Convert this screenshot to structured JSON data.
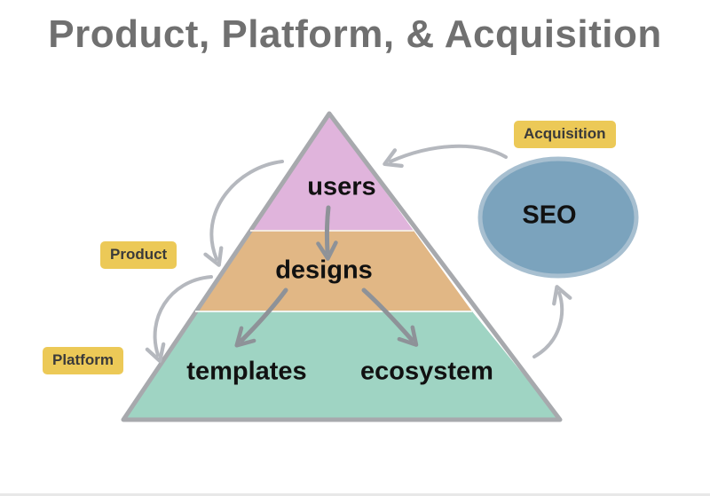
{
  "title": "Product, Platform, & Acquisition",
  "tags": {
    "acquisition": "Acquisition",
    "product": "Product",
    "platform": "Platform"
  },
  "layers": {
    "top": "users",
    "middle": "designs",
    "bottom_left": "templates",
    "bottom_right": "ecosystem"
  },
  "circle_label": "SEO",
  "colors": {
    "top_layer": "#e0b4dc",
    "middle_layer": "#e1b785",
    "bottom_layer": "#9fd4c3",
    "seo_circle": "#7ba3bd",
    "tag": "#ecc957",
    "arrows": "#b5b8be"
  }
}
